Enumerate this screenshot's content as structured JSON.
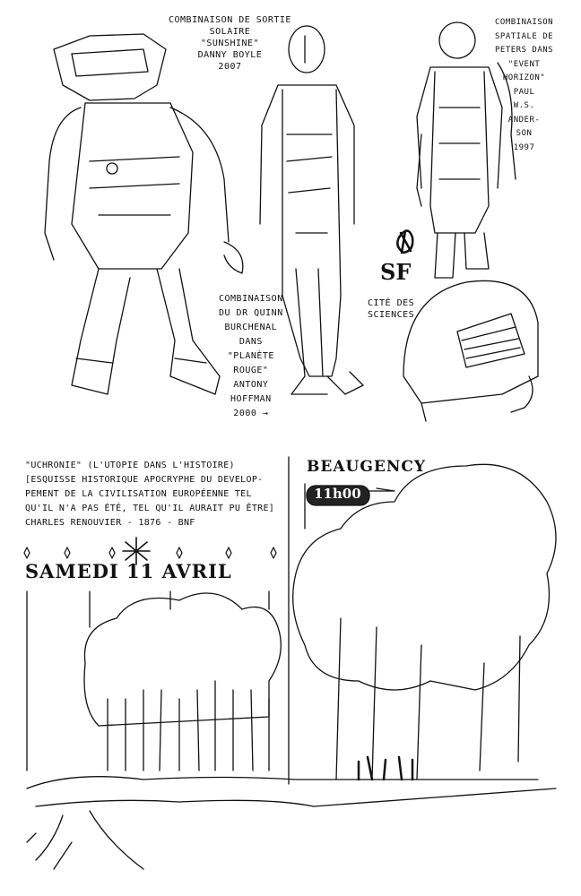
{
  "top_sketches": {
    "caption_sunshine": [
      "Combinaison de sortie",
      "solaire",
      "\"Sunshine\"",
      "Danny Boyle",
      "2007"
    ],
    "caption_event_horizon": [
      "Combinaison",
      "spatiale de",
      "Peters dans",
      "\"Event",
      "Horizon\"",
      "Paul",
      "W.S.",
      "Ander-",
      "son",
      "1997"
    ],
    "caption_planete_rouge": [
      "Combinaison",
      "du Dr Quinn",
      "Burchenal",
      "dans",
      "\"Planète",
      "Rouge\"",
      "Antony",
      "Hoffman",
      "2000 →"
    ],
    "sf_logo": "SF",
    "sf_venue": [
      "Cité des",
      "sciences"
    ]
  },
  "bottom_sketch": {
    "note": [
      "\"Uchronie\" (L'utopie dans l'histoire)",
      "[Esquisse historique apocryphe du develop-",
      "pement de la civilisation européenne tel",
      "qu'il n'a pas été, tel qu'il aurait pu être]",
      "Charles Renouvier - 1876 - BNF"
    ],
    "date_heading": "Samedi 11 avril",
    "place_title": "Beaugency",
    "place_subtitle": "11h00"
  }
}
